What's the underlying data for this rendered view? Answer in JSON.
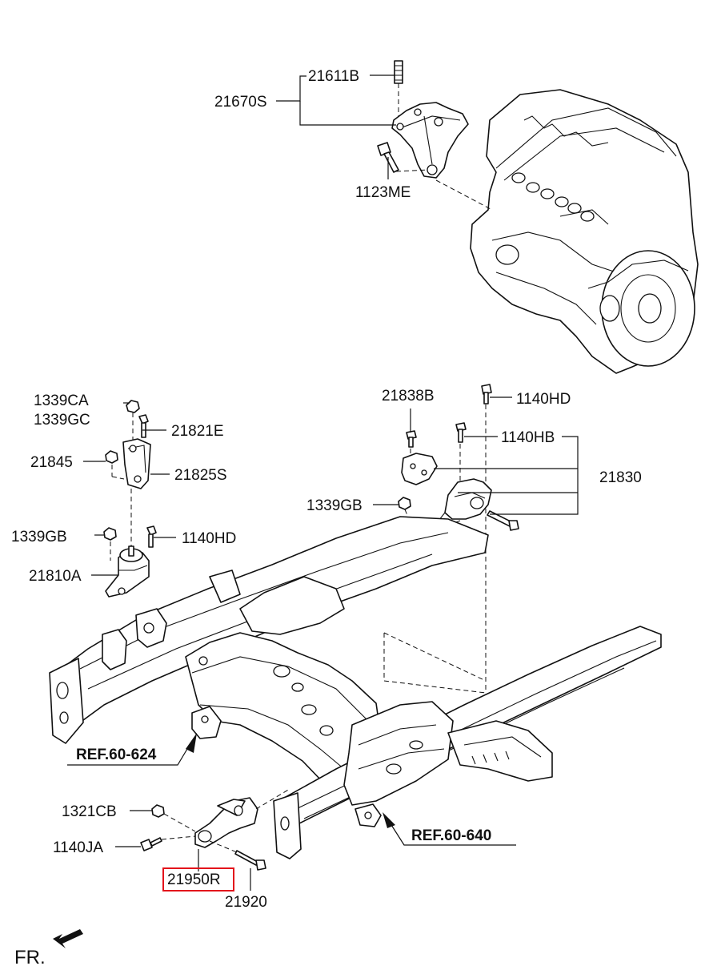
{
  "colors": {
    "line": "#111111",
    "highlight": "#e3131b",
    "background": "#ffffff"
  },
  "labels": {
    "p21611B": "21611B",
    "p21670S": "21670S",
    "p1123ME": "1123ME",
    "p1339CA": "1339CA",
    "p1339GC": "1339GC",
    "p21821E": "21821E",
    "p21845": "21845",
    "p21825S": "21825S",
    "p1339GB_left": "1339GB",
    "p1140HD_left": "1140HD",
    "p21810A": "21810A",
    "p21838B": "21838B",
    "p1140HD_right": "1140HD",
    "p1140HB": "1140HB",
    "p21830": "21830",
    "p1339GB_right": "1339GB",
    "ref624": "REF.60-624",
    "ref640": "REF.60-640",
    "p1321CB": "1321CB",
    "p1140JA": "1140JA",
    "p21950R": "21950R",
    "p21920": "21920",
    "fr": "FR."
  },
  "highlighted_part": "21950R"
}
